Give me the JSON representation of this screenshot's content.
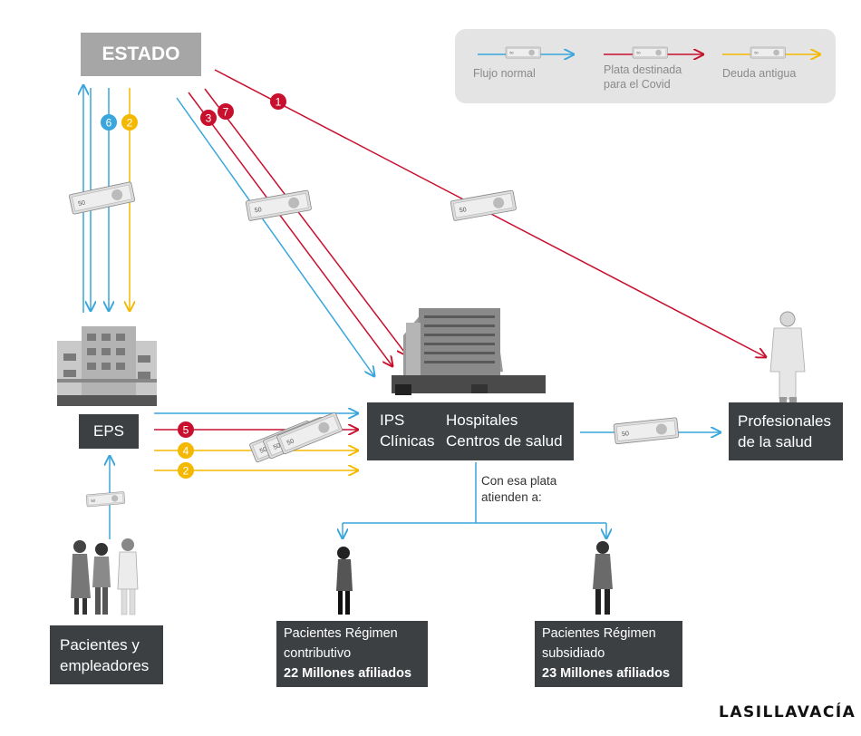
{
  "estado": "ESTADO",
  "legend": {
    "normal": "Flujo normal",
    "covid_line1": "Plata destinada",
    "covid_line2": "para el Covid",
    "deuda": "Deuda antigua"
  },
  "colors": {
    "normal": "#3aa6dc",
    "covid": "#c8102e",
    "deuda": "#f5b800",
    "box": "#3d4043"
  },
  "badges": {
    "b1": "1",
    "b2_top": "2",
    "b3": "3",
    "b6": "6",
    "b7": "7",
    "b5": "5",
    "b4": "4",
    "b2_bottom": "2"
  },
  "eps": "EPS",
  "ips": {
    "line1": "IPS",
    "line2": "Clínicas"
  },
  "hospitales": {
    "line1": "Hospitales",
    "line2": "Centros de salud"
  },
  "profesionales": {
    "line1": "Profesionales",
    "line2": "de la salud"
  },
  "pacientes_empleadores": {
    "line1": "Pacientes y",
    "line2": "empleadores"
  },
  "caption": {
    "line1": "Con esa plata",
    "line2": "atienden a:"
  },
  "contributivo": {
    "line1": "Pacientes Régimen",
    "line2": "contributivo",
    "line3": "22 Millones afiliados"
  },
  "subsidiado": {
    "line1": "Pacientes Régimen",
    "line2": "subsidiado",
    "line3": "23 Millones afiliados"
  },
  "logo": "LASILLAVACÍA"
}
